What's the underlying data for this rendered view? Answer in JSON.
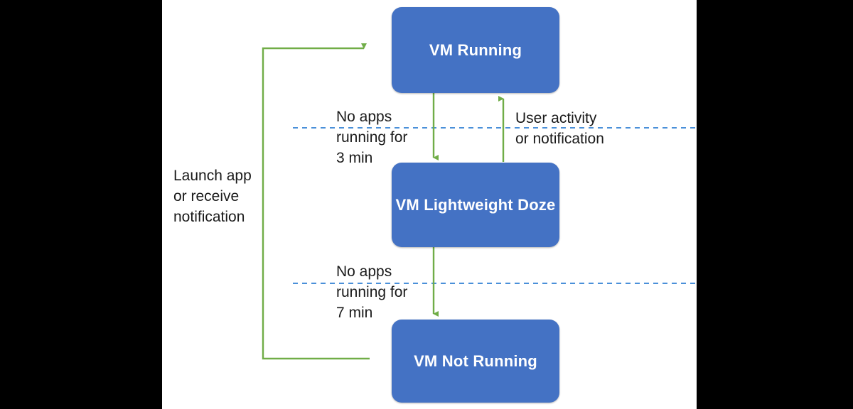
{
  "diagram": {
    "type": "state-transition-diagram",
    "subject": "VM power states and Doze transitions",
    "canvas_background": "#FFFFFF",
    "page_background": "#000000",
    "colors": {
      "state_fill": "#4472C4",
      "state_text": "#FFFFFF",
      "arrow": "#70AD47",
      "separator": "#4A90D9",
      "label_text": "#1A1A1A"
    },
    "states": [
      {
        "id": "running",
        "label": "VM Running"
      },
      {
        "id": "doze",
        "label": "VM Lightweight Doze"
      },
      {
        "id": "not_running",
        "label": "VM Not Running"
      }
    ],
    "transitions": [
      {
        "id": "running-to-doze",
        "from": "VM Running",
        "to": "VM Lightweight Doze",
        "label": "No apps\nrunning for\n3 min",
        "direction": "down"
      },
      {
        "id": "doze-to-running",
        "from": "VM Lightweight Doze",
        "to": "VM Running",
        "label": "User activity\nor notification",
        "direction": "up"
      },
      {
        "id": "doze-to-not-running",
        "from": "VM Lightweight Doze",
        "to": "VM Not Running",
        "label": "No apps\nrunning for\n7 min",
        "direction": "down"
      },
      {
        "id": "not-running-to-running",
        "from": "VM Not Running",
        "to": "VM Running",
        "label": "Launch app\nor receive\nnotification",
        "direction": "loop-left-up"
      }
    ],
    "separators": [
      {
        "id": "separator-top",
        "style": "dashed",
        "orientation": "horizontal"
      },
      {
        "id": "separator-bottom",
        "style": "dashed",
        "orientation": "horizontal"
      }
    ]
  }
}
